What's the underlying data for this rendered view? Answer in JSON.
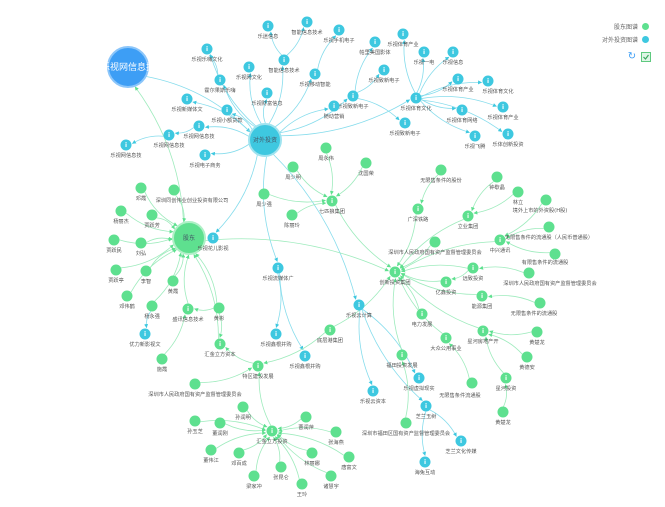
{
  "legend": {
    "items": [
      {
        "label": "股东图谱",
        "color": "#5ee08f"
      },
      {
        "label": "对外投资图谱",
        "color": "#3ec8e0"
      }
    ]
  },
  "toolbar": {
    "refresh_icon": "refresh-icon",
    "save_icon": "save-image-icon"
  },
  "colors": {
    "investment": "#3ec8e0",
    "holder": "#5ee08f",
    "root": "#3d9ef5",
    "investment_edge": "#86dcec",
    "holder_edge": "#9eebbd"
  },
  "nodes": [
    {
      "id": "root",
      "label": "乐视网信息技",
      "kind": "root"
    },
    {
      "id": "inv",
      "label": "对外投资",
      "kind": "hub-inv"
    },
    {
      "id": "sh",
      "label": "股东",
      "kind": "hub-sh"
    },
    {
      "id": "c1",
      "label": "乐迷信息",
      "kind": "inv"
    },
    {
      "id": "c2",
      "label": "智能信息技术",
      "kind": "inv"
    },
    {
      "id": "c3",
      "label": "乐视手机电子",
      "kind": "inv"
    },
    {
      "id": "c4",
      "label": "乐视乐嗨文化",
      "kind": "inv"
    },
    {
      "id": "c5",
      "label": "智能信息技术",
      "kind": "inv"
    },
    {
      "id": "c6",
      "label": "霍尔果斯乐嗨",
      "kind": "inv"
    },
    {
      "id": "c7",
      "label": "乐视网文化",
      "kind": "inv"
    },
    {
      "id": "c8",
      "label": "乐视移动智能",
      "kind": "inv"
    },
    {
      "id": "c9",
      "label": "乐视新媒体文",
      "kind": "inv"
    },
    {
      "id": "c10",
      "label": "乐视财富信息",
      "kind": "inv"
    },
    {
      "id": "c11",
      "label": "乐视小额贷款",
      "kind": "inv"
    },
    {
      "id": "c12",
      "label": "乐视致新电子",
      "kind": "inv"
    },
    {
      "id": "c13",
      "label": "随动营销",
      "kind": "inv"
    },
    {
      "id": "c14",
      "label": "乐视网信息技",
      "kind": "inv"
    },
    {
      "id": "c15",
      "label": "乐视网信息技",
      "kind": "inv"
    },
    {
      "id": "c16",
      "label": "乐视网信息技",
      "kind": "inv"
    },
    {
      "id": "c17",
      "label": "乐视电子商务",
      "kind": "inv"
    },
    {
      "id": "c18",
      "label": "帕里美国影体",
      "kind": "inv"
    },
    {
      "id": "c19",
      "label": "乐视体育产业",
      "kind": "inv"
    },
    {
      "id": "c20",
      "label": "乐视一电",
      "kind": "inv"
    },
    {
      "id": "c21",
      "label": "乐视信息",
      "kind": "inv"
    },
    {
      "id": "c22",
      "label": "乐视致新电子",
      "kind": "inv"
    },
    {
      "id": "c23",
      "label": "乐视体育产业",
      "kind": "inv"
    },
    {
      "id": "c24",
      "label": "乐视体育文化",
      "kind": "inv"
    },
    {
      "id": "c25",
      "label": "乐视体育文化",
      "kind": "inv"
    },
    {
      "id": "c26",
      "label": "乐视体育网络",
      "kind": "inv"
    },
    {
      "id": "c27",
      "label": "乐视体育产业",
      "kind": "inv"
    },
    {
      "id": "c28",
      "label": "乐视致新电子",
      "kind": "inv"
    },
    {
      "id": "c29",
      "label": "乐视飞腾",
      "kind": "inv"
    },
    {
      "id": "c30",
      "label": "乐体创新投资",
      "kind": "inv"
    },
    {
      "id": "c31",
      "label": "乐视流媒体广",
      "kind": "inv"
    },
    {
      "id": "c32",
      "label": "乐视鑫根并购",
      "kind": "inv"
    },
    {
      "id": "c33",
      "label": "乐视鑫根并购",
      "kind": "inv"
    },
    {
      "id": "c34",
      "label": "乐视云计算",
      "kind": "inv"
    },
    {
      "id": "c35",
      "label": "乐视云资本",
      "kind": "inv"
    },
    {
      "id": "c36",
      "label": "乐视虚拟现实",
      "kind": "inv"
    },
    {
      "id": "c37",
      "label": "芝兰玉树",
      "kind": "inv"
    },
    {
      "id": "c38",
      "label": "芝兰文化传媒",
      "kind": "inv"
    },
    {
      "id": "c39",
      "label": "海兔互动",
      "kind": "inv"
    },
    {
      "id": "c40",
      "label": "乐视花儿影视",
      "kind": "inv"
    },
    {
      "id": "c41",
      "label": "优力新影视文",
      "kind": "inv"
    },
    {
      "id": "g1",
      "label": "周永伟",
      "kind": "person"
    },
    {
      "id": "g2",
      "label": "周少明",
      "kind": "person"
    },
    {
      "id": "g3",
      "label": "沈国荣",
      "kind": "person"
    },
    {
      "id": "g4",
      "label": "周少强",
      "kind": "person"
    },
    {
      "id": "g5",
      "label": "陈丽玲",
      "kind": "person"
    },
    {
      "id": "g6",
      "label": "七匹狼集团",
      "kind": "company"
    },
    {
      "id": "g7",
      "label": "创新投资集团",
      "kind": "company"
    },
    {
      "id": "g8",
      "label": "无限售条件的股份",
      "kind": "person"
    },
    {
      "id": "g9",
      "label": "钟歇晶",
      "kind": "person"
    },
    {
      "id": "g10",
      "label": "林立",
      "kind": "person"
    },
    {
      "id": "g11",
      "label": "境外上市的外资股(H股)",
      "kind": "person"
    },
    {
      "id": "g12",
      "label": "广深铁路",
      "kind": "company"
    },
    {
      "id": "g13",
      "label": "立业集团",
      "kind": "company"
    },
    {
      "id": "g14",
      "label": "无限售条件的流通股（人民币普通股）",
      "kind": "person"
    },
    {
      "id": "g15",
      "label": "深圳市人民政府国有资产监督管理委员会",
      "kind": "person"
    },
    {
      "id": "g16",
      "label": "中兴通讯",
      "kind": "company"
    },
    {
      "id": "g17",
      "label": "有限售条件的流通股",
      "kind": "person"
    },
    {
      "id": "g18",
      "label": "远致投资",
      "kind": "company"
    },
    {
      "id": "g19",
      "label": "深圳市人民政府国有资产监督管理委员会",
      "kind": "person"
    },
    {
      "id": "g20",
      "label": "亿鑫投资",
      "kind": "company"
    },
    {
      "id": "g21",
      "label": "能源集团",
      "kind": "company"
    },
    {
      "id": "g22",
      "label": "无限售条件的流通股",
      "kind": "person"
    },
    {
      "id": "g23",
      "label": "电力发展",
      "kind": "company"
    },
    {
      "id": "g24",
      "label": "星河房地产开",
      "kind": "company"
    },
    {
      "id": "g25",
      "label": "黄楚龙",
      "kind": "person"
    },
    {
      "id": "g26",
      "label": "大众公用事业",
      "kind": "company"
    },
    {
      "id": "g27",
      "label": "黄德安",
      "kind": "person"
    },
    {
      "id": "g28",
      "label": "福田投资发展",
      "kind": "company"
    },
    {
      "id": "g29",
      "label": "星河投资",
      "kind": "company"
    },
    {
      "id": "g30",
      "label": "无限售条件流通股",
      "kind": "person"
    },
    {
      "id": "g31",
      "label": "黄楚龙",
      "kind": "person"
    },
    {
      "id": "g32",
      "label": "深圳市福田区国有资产监督管理委员会",
      "kind": "person"
    },
    {
      "id": "g33",
      "label": "底层港集团",
      "kind": "company"
    },
    {
      "id": "g34",
      "label": "特区建设发展",
      "kind": "company"
    },
    {
      "id": "g35",
      "label": "邓霞",
      "kind": "person"
    },
    {
      "id": "g36",
      "label": "深圳同创伟业创业投资有限公司",
      "kind": "person"
    },
    {
      "id": "g37",
      "label": "杨丽杰",
      "kind": "person"
    },
    {
      "id": "g38",
      "label": "贾跃芳",
      "kind": "person"
    },
    {
      "id": "g39",
      "label": "贾跃民",
      "kind": "person"
    },
    {
      "id": "g40",
      "label": "刘弘",
      "kind": "person"
    },
    {
      "id": "g41",
      "label": "贾跃亭",
      "kind": "person"
    },
    {
      "id": "g42",
      "label": "李智",
      "kind": "person"
    },
    {
      "id": "g43",
      "label": "黄霞",
      "kind": "person"
    },
    {
      "id": "g44",
      "label": "邓伟鹤",
      "kind": "person"
    },
    {
      "id": "g45",
      "label": "杨永强",
      "kind": "person"
    },
    {
      "id": "g46",
      "label": "盛讯信息技术",
      "kind": "company"
    },
    {
      "id": "g47",
      "label": "黄彬",
      "kind": "person"
    },
    {
      "id": "g48",
      "label": "汇金立方资本",
      "kind": "company"
    },
    {
      "id": "g49",
      "label": "施霞",
      "kind": "person"
    },
    {
      "id": "g50",
      "label": "深圳市人民政府国有资产监督管理委员会",
      "kind": "person"
    },
    {
      "id": "g51",
      "label": "汇金立方投资",
      "kind": "company"
    },
    {
      "id": "g52",
      "label": "孙润明",
      "kind": "person"
    },
    {
      "id": "g53",
      "label": "孙玉芝",
      "kind": "person"
    },
    {
      "id": "g54",
      "label": "董润刚",
      "kind": "person"
    },
    {
      "id": "g55",
      "label": "曹润萍",
      "kind": "person"
    },
    {
      "id": "g56",
      "label": "张海燕",
      "kind": "person"
    },
    {
      "id": "g57",
      "label": "董伟江",
      "kind": "person"
    },
    {
      "id": "g58",
      "label": "邓百成",
      "kind": "person"
    },
    {
      "id": "g59",
      "label": "林丽娜",
      "kind": "person"
    },
    {
      "id": "g60",
      "label": "唐富文",
      "kind": "person"
    },
    {
      "id": "g61",
      "label": "梁家冲",
      "kind": "person"
    },
    {
      "id": "g62",
      "label": "张昆仑",
      "kind": "person"
    },
    {
      "id": "g63",
      "label": "诸慧宇",
      "kind": "person"
    },
    {
      "id": "g64",
      "label": "王玲",
      "kind": "person"
    }
  ],
  "edges": [
    [
      "root",
      "inv"
    ],
    [
      "sh",
      "root"
    ],
    [
      "inv",
      "c4"
    ],
    [
      "inv",
      "c5"
    ],
    [
      "c5",
      "c1"
    ],
    [
      "c5",
      "c2"
    ],
    [
      "inv",
      "c6"
    ],
    [
      "c6",
      "c4"
    ],
    [
      "inv",
      "c7"
    ],
    [
      "inv",
      "c8"
    ],
    [
      "c8",
      "c3"
    ],
    [
      "inv",
      "c9"
    ],
    [
      "inv",
      "c10"
    ],
    [
      "inv",
      "c11"
    ],
    [
      "inv",
      "c13"
    ],
    [
      "inv",
      "c14"
    ],
    [
      "c14",
      "c15"
    ],
    [
      "c15",
      "c16"
    ],
    [
      "inv",
      "c17"
    ],
    [
      "inv",
      "c12"
    ],
    [
      "c12",
      "c18"
    ],
    [
      "c12",
      "c22"
    ],
    [
      "c12",
      "c28"
    ],
    [
      "inv",
      "c25"
    ],
    [
      "c25",
      "c19"
    ],
    [
      "c25",
      "c20"
    ],
    [
      "c25",
      "c21"
    ],
    [
      "c25",
      "c23"
    ],
    [
      "c25",
      "c24"
    ],
    [
      "c25",
      "c26"
    ],
    [
      "c25",
      "c27"
    ],
    [
      "c25",
      "c29"
    ],
    [
      "c25",
      "c30"
    ],
    [
      "inv",
      "c31"
    ],
    [
      "c31",
      "c32"
    ],
    [
      "c31",
      "c33"
    ],
    [
      "inv",
      "c34"
    ],
    [
      "c34",
      "c35"
    ],
    [
      "c34",
      "c36"
    ],
    [
      "c34",
      "c37"
    ],
    [
      "c37",
      "c38"
    ],
    [
      "c37",
      "c39"
    ],
    [
      "inv",
      "c40"
    ],
    [
      "g45",
      "c41"
    ],
    [
      "g1",
      "g6"
    ],
    [
      "g2",
      "g6"
    ],
    [
      "g3",
      "g6"
    ],
    [
      "g4",
      "g6"
    ],
    [
      "g5",
      "g6"
    ],
    [
      "g6",
      "g7"
    ],
    [
      "sh",
      "g7"
    ],
    [
      "g8",
      "g12"
    ],
    [
      "g12",
      "g7"
    ],
    [
      "g9",
      "g13"
    ],
    [
      "g10",
      "g13"
    ],
    [
      "g13",
      "g7"
    ],
    [
      "g11",
      "g16"
    ],
    [
      "g14",
      "g16"
    ],
    [
      "g17",
      "g16"
    ],
    [
      "g16",
      "g7"
    ],
    [
      "g15",
      "g7"
    ],
    [
      "g19",
      "g18"
    ],
    [
      "g18",
      "g20"
    ],
    [
      "g18",
      "g7"
    ],
    [
      "g20",
      "g7"
    ],
    [
      "g22",
      "g21"
    ],
    [
      "g21",
      "g7"
    ],
    [
      "g23",
      "g7"
    ],
    [
      "g25",
      "g24"
    ],
    [
      "g27",
      "g24"
    ],
    [
      "g29",
      "g24"
    ],
    [
      "g31",
      "g29"
    ],
    [
      "g24",
      "g7"
    ],
    [
      "g30",
      "g26"
    ],
    [
      "g26",
      "g7"
    ],
    [
      "g32",
      "g28"
    ],
    [
      "g28",
      "g7"
    ],
    [
      "g33",
      "g7"
    ],
    [
      "g33",
      "g34"
    ],
    [
      "g35",
      "sh"
    ],
    [
      "g36",
      "sh"
    ],
    [
      "g37",
      "sh"
    ],
    [
      "g38",
      "sh"
    ],
    [
      "g39",
      "sh"
    ],
    [
      "g40",
      "sh"
    ],
    [
      "g41",
      "sh"
    ],
    [
      "g42",
      "sh"
    ],
    [
      "g43",
      "sh"
    ],
    [
      "g44",
      "sh"
    ],
    [
      "g45",
      "sh"
    ],
    [
      "g46",
      "sh"
    ],
    [
      "g47",
      "sh"
    ],
    [
      "g47",
      "g46"
    ],
    [
      "g49",
      "g46"
    ],
    [
      "g47",
      "g48"
    ],
    [
      "g48",
      "sh"
    ],
    [
      "g34",
      "g48"
    ],
    [
      "g50",
      "g34"
    ],
    [
      "g51",
      "g34"
    ],
    [
      "g52",
      "g51"
    ],
    [
      "g53",
      "g51"
    ],
    [
      "g54",
      "g51"
    ],
    [
      "g55",
      "g51"
    ],
    [
      "g56",
      "g51"
    ],
    [
      "g57",
      "g51"
    ],
    [
      "g58",
      "g51"
    ],
    [
      "g59",
      "g51"
    ],
    [
      "g60",
      "g51"
    ],
    [
      "g61",
      "g51"
    ],
    [
      "g62",
      "g51"
    ],
    [
      "g63",
      "g51"
    ],
    [
      "g64",
      "g51"
    ]
  ]
}
